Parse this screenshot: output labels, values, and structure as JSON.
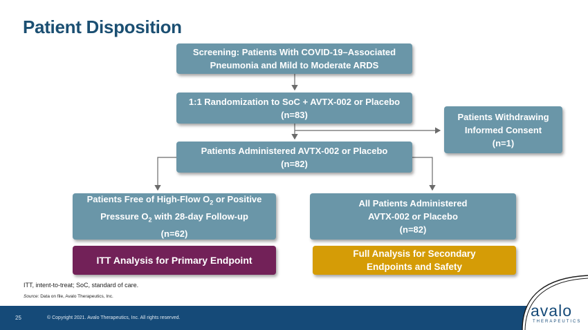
{
  "title": "Patient Disposition",
  "boxes": {
    "screening": [
      "Screening: Patients With COVID-19–Associated",
      "Pneumonia and Mild to Moderate ARDS"
    ],
    "randomization": [
      "1:1 Randomization to SoC + AVTX-002 or Placebo",
      "(n=83)"
    ],
    "withdrawing": [
      "Patients Withdrawing",
      "Informed Consent",
      "(n=1)"
    ],
    "administered": [
      "Patients Administered AVTX-002 or Placebo",
      "(n=82)"
    ],
    "free_line1_a": "Patients Free of High-Flow O",
    "free_line1_sub": "2",
    "free_line1_b": " or Positive",
    "free_line2_a": "Pressure O",
    "free_line2_sub": "2",
    "free_line2_b": " with 28-day Follow-up",
    "free_line3": "(n=62)",
    "all_patients": [
      "All Patients Administered",
      "AVTX-002 or Placebo",
      "(n=82)"
    ],
    "itt": "ITT Analysis for Primary Endpoint",
    "full_analysis": [
      "Full Analysis for Secondary",
      "Endpoints and Safety"
    ]
  },
  "footnote": "ITT, intent-to-treat; SoC, standard of care.",
  "source_label": "Source:",
  "source_text": " Data on file, Avalo Therapeutics, Inc.",
  "page_number": "25",
  "copyright": "© Copyright 2021. Avalo Therapeutics, Inc. All rights reserved.",
  "logo": {
    "name": "avalo",
    "sub": "THERAPEUTICS"
  },
  "colors": {
    "title": "#1b4f72",
    "box_blue": "#6a96a8",
    "itt_purple": "#722158",
    "full_gold": "#d59c06",
    "footer": "#154a78"
  }
}
